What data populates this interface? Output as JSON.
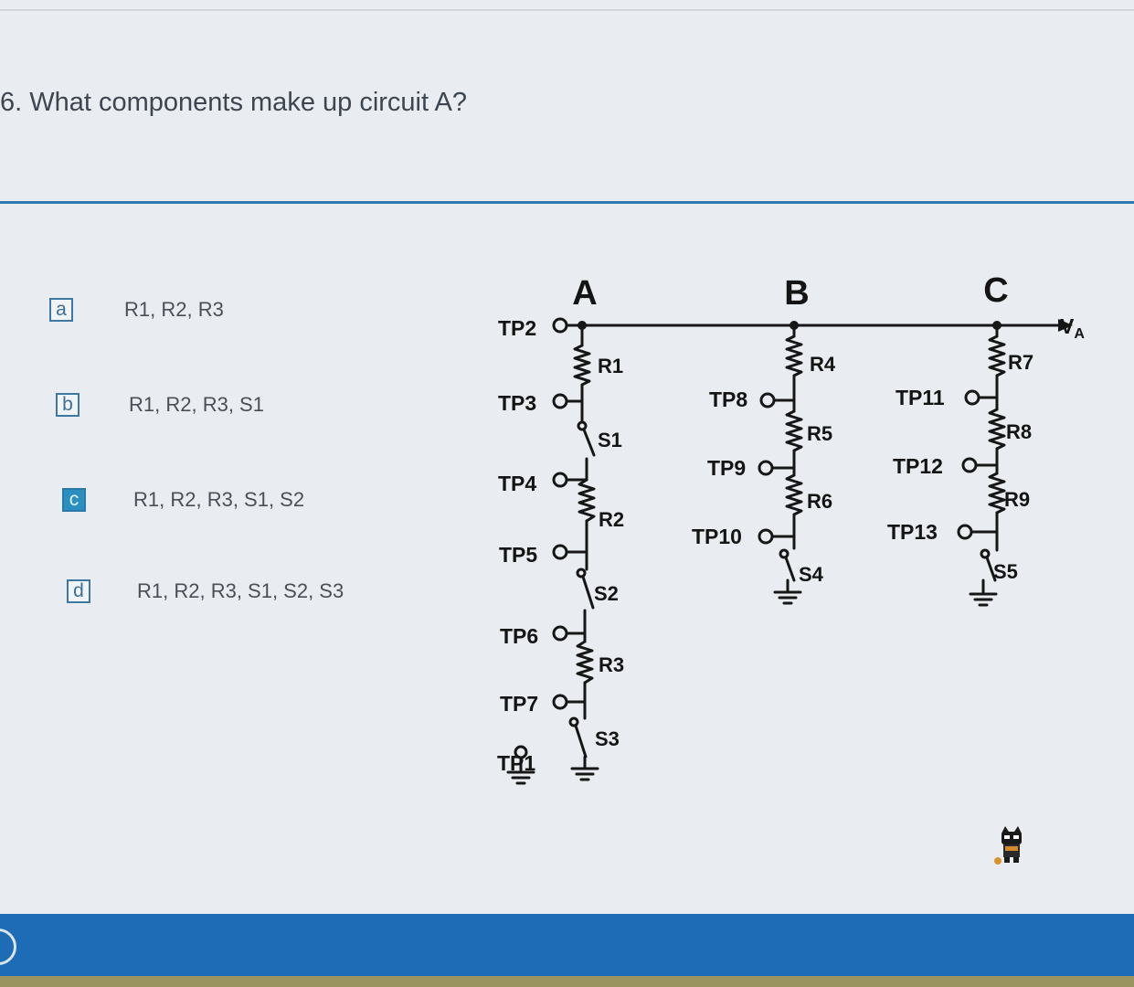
{
  "question": {
    "text": "6. What components make up circuit A?"
  },
  "options": [
    {
      "letter": "a",
      "text": "R1, R2, R3",
      "selected": false
    },
    {
      "letter": "b",
      "text": "R1, R2, R3, S1",
      "selected": false
    },
    {
      "letter": "c",
      "text": "R1, R2, R3, S1, S2",
      "selected": true
    },
    {
      "letter": "d",
      "text": "R1, R2, R3, S1, S2, S3",
      "selected": false
    }
  ],
  "diagram": {
    "columns": [
      "A",
      "B",
      "C"
    ],
    "supply": {
      "main": "V",
      "sub": "A"
    },
    "test_points": [
      "TP1",
      "TP2",
      "TP3",
      "TP4",
      "TP5",
      "TP6",
      "TP7",
      "TP8",
      "TP9",
      "TP10",
      "TP11",
      "TP12",
      "TP13"
    ],
    "resistors": [
      "R1",
      "R2",
      "R3",
      "R4",
      "R5",
      "R6",
      "R7",
      "R8",
      "R9"
    ],
    "switches": [
      "S1",
      "S2",
      "S3",
      "S4",
      "S5"
    ]
  },
  "colors": {
    "accent": "#2f79ad",
    "selected": "#2b8fbf",
    "footer": "#1d6cb5",
    "background": "#e9edf1"
  },
  "icons": [
    "ground-icon",
    "resistor-icon",
    "switch-icon",
    "arrow-right-icon",
    "mascot-icon"
  ]
}
